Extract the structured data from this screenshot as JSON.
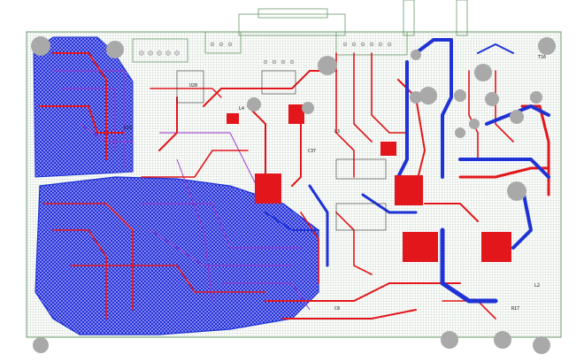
{
  "colors": {
    "background": "#ffffff",
    "board_outline": "#6b9a6b",
    "top_copper": "#e2161b",
    "bottom_copper": "#1e32d6",
    "inner_layer": "#9b30c8",
    "hole": "#a9a9a9",
    "silkscreen": "#111111"
  },
  "silkscreen_labels": [
    "L4",
    "L3",
    "L2",
    "C37",
    "C15",
    "U28",
    "R17",
    "C8",
    "T16"
  ]
}
